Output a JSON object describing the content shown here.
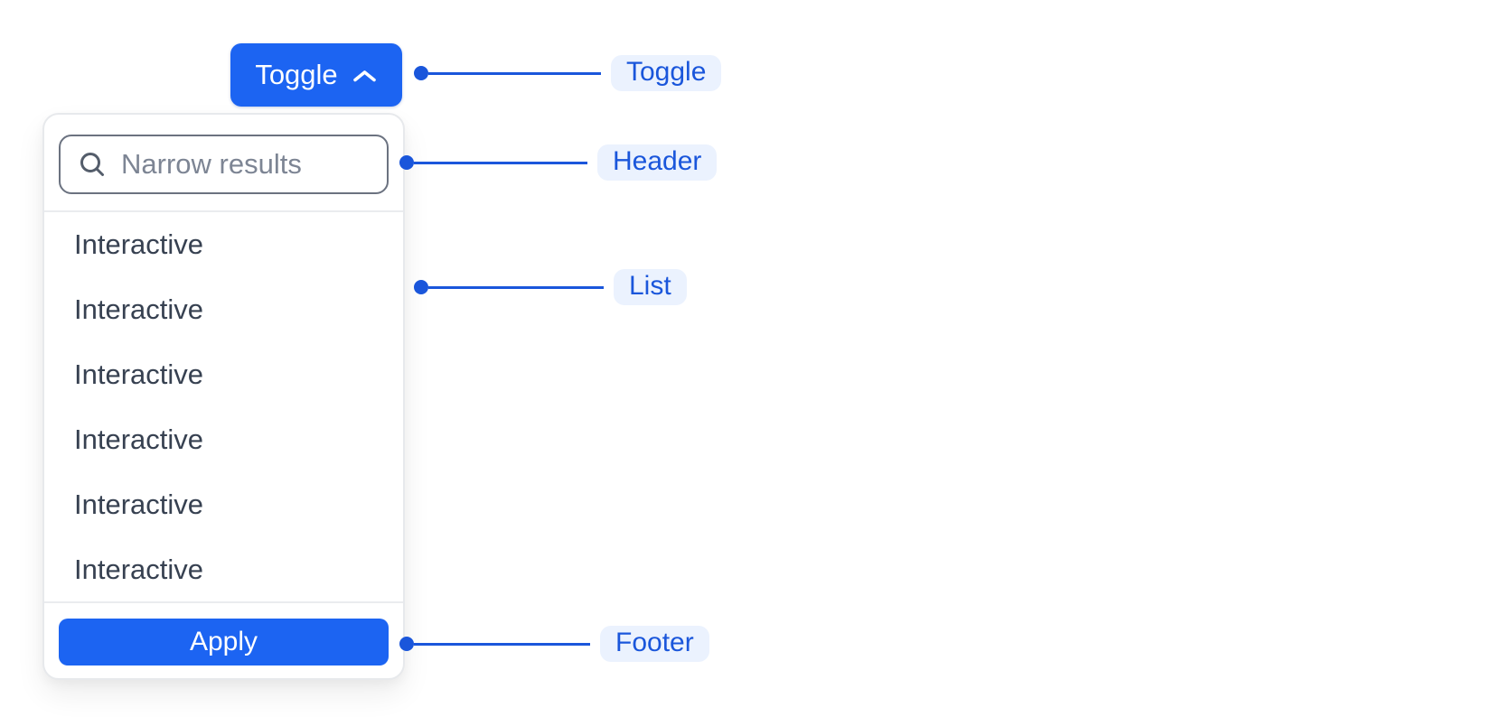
{
  "toggle_button": {
    "label": "Toggle",
    "icon": "chevron-up-icon"
  },
  "dropdown": {
    "header": {
      "search_placeholder": "Narrow results",
      "search_icon": "search-icon"
    },
    "items": [
      "Interactive",
      "Interactive",
      "Interactive",
      "Interactive",
      "Interactive",
      "Interactive"
    ],
    "footer": {
      "apply_label": "Apply"
    }
  },
  "annotations": {
    "toggle": "Toggle",
    "header": "Header",
    "list": "List",
    "footer": "Footer"
  },
  "colors": {
    "primary_blue": "#1C64F2",
    "annotation_blue": "#1A56DB",
    "annotation_pill_bg": "#EBF2FE",
    "item_text": "#374151",
    "placeholder_text": "#7D8594",
    "input_border": "#6B7280",
    "panel_border": "#E7E9EC",
    "divider": "#EAECEF"
  }
}
